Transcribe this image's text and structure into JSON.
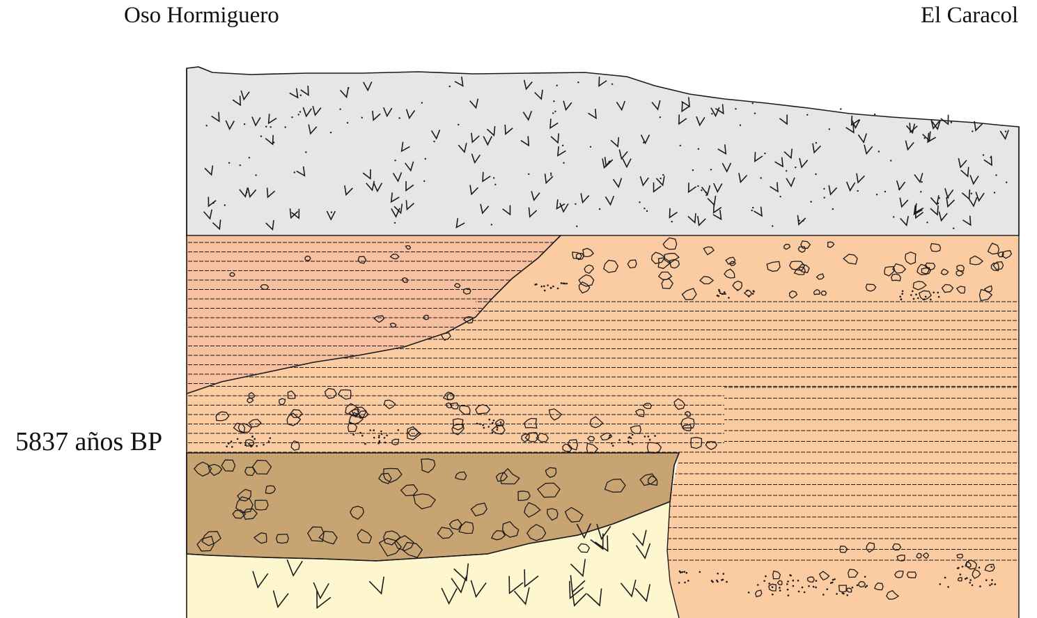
{
  "labels": {
    "left_site": "Oso Hormiguero",
    "right_site": "El Caracol",
    "date_marker": "5837 años BP"
  },
  "colors": {
    "grey_layer": "#e6e6e6",
    "salmon_layer": "#f7c0a0",
    "peach_layer": "#fbcba2",
    "brown_layer": "#c9a473",
    "cream_layer": "#fdf6cf",
    "line": "#1a1a1a"
  },
  "symbols": [
    "v-mark",
    "dot",
    "gravel-clast",
    "fine-gravel",
    "horizontal-lamination"
  ]
}
